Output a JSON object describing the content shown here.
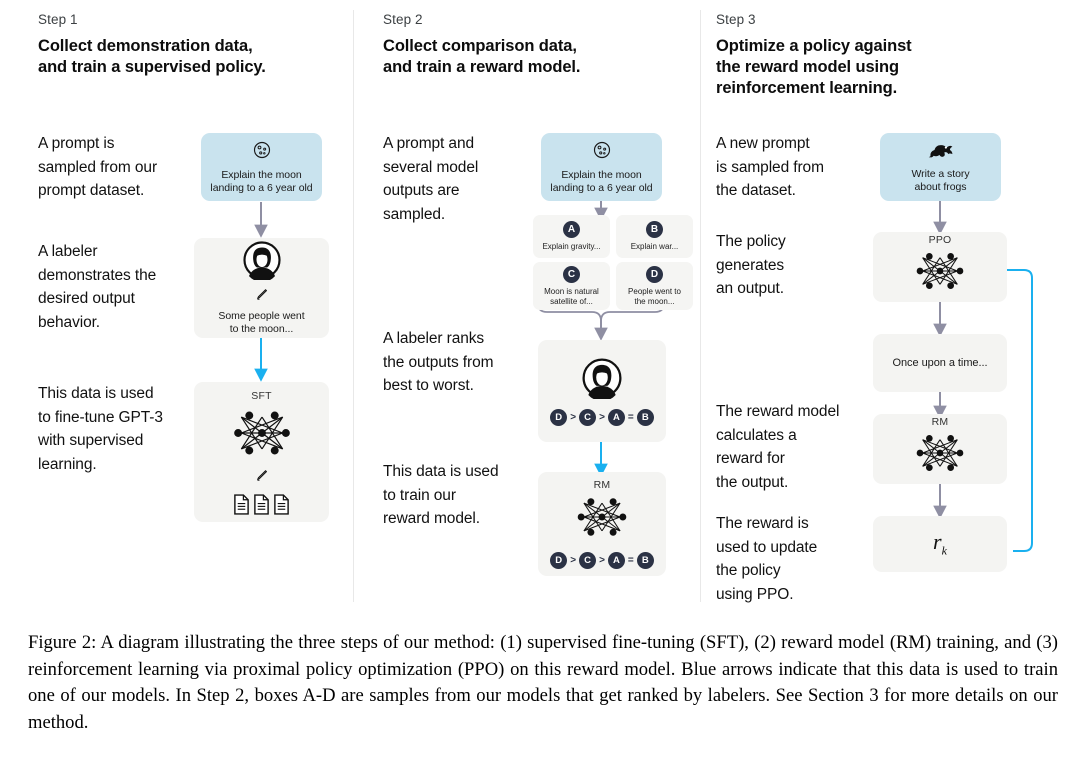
{
  "figure": {
    "caption": "Figure 2: A diagram illustrating the three steps of our method: (1) supervised fine-tuning (SFT), (2) reward model (RM) training, and (3) reinforcement learning via proximal policy optimization (PPO) on this reward model. Blue arrows indicate that this data is used to train one of our models. In Step 2, boxes A-D are samples from our models that get ranked by labelers. See Section 3 for more details on our method."
  },
  "colors": {
    "prompt_blue": "#c9e3ee",
    "box_gray": "#f4f4f2",
    "blue_arrow": "#1ab0ef",
    "gray_arrow": "#8f8fa3",
    "chip_navy": "#2b3245"
  },
  "steps": [
    {
      "label": "Step 1",
      "title": "Collect demonstration data,\nand train a supervised policy.",
      "paragraphs": [
        "A prompt is\nsampled from our\nprompt dataset.",
        "A labeler\ndemonstrates the\ndesired output\nbehavior.",
        "This data is used\nto fine-tune GPT-3\nwith supervised\nlearning."
      ],
      "boxes": {
        "prompt": {
          "icon": "moon-icon",
          "text": "Explain the moon\nlanding to a 6 year old"
        },
        "demo": {
          "icon": "labeler-avatar-icon",
          "text": "Some people went\nto the moon..."
        },
        "model": {
          "title": "SFT",
          "icon": "neural-network-icon"
        }
      }
    },
    {
      "label": "Step 2",
      "title": "Collect comparison data,\nand train a reward model.",
      "paragraphs": [
        "A prompt and\nseveral model\noutputs are\nsampled.",
        "A labeler ranks\nthe outputs from\nbest to worst.",
        "This data is used\nto train our\nreward model."
      ],
      "boxes": {
        "prompt": {
          "icon": "moon-icon",
          "text": "Explain the moon\nlanding to a 6 year old"
        },
        "samples": [
          {
            "letter": "A",
            "text": "Explain gravity..."
          },
          {
            "letter": "B",
            "text": "Explain war..."
          },
          {
            "letter": "C",
            "text": "Moon is natural\nsatellite of..."
          },
          {
            "letter": "D",
            "text": "People went to\nthe moon..."
          }
        ],
        "ranking": {
          "icon": "labeler-avatar-icon",
          "order": [
            "D",
            ">",
            "C",
            ">",
            "A",
            "=",
            "B"
          ]
        },
        "model": {
          "title": "RM",
          "icon": "neural-network-icon",
          "order": [
            "D",
            ">",
            "C",
            ">",
            "A",
            "=",
            "B"
          ]
        }
      }
    },
    {
      "label": "Step 3",
      "title": "Optimize a policy against\nthe reward model using\nreinforcement learning.",
      "paragraphs": [
        "A new prompt\nis sampled from\nthe dataset.",
        "The policy\ngenerates\nan output.",
        "The reward model\ncalculates a\nreward for\nthe output.",
        "The reward is\nused to update\nthe policy\nusing PPO."
      ],
      "boxes": {
        "prompt": {
          "icon": "frog-icon",
          "text": "Write a story\nabout frogs"
        },
        "policy": {
          "title": "PPO",
          "icon": "neural-network-icon"
        },
        "output": {
          "text": "Once upon a time..."
        },
        "reward_model": {
          "title": "RM",
          "icon": "neural-network-icon"
        },
        "reward": {
          "symbol": "r",
          "subscript": "k"
        }
      }
    }
  ]
}
